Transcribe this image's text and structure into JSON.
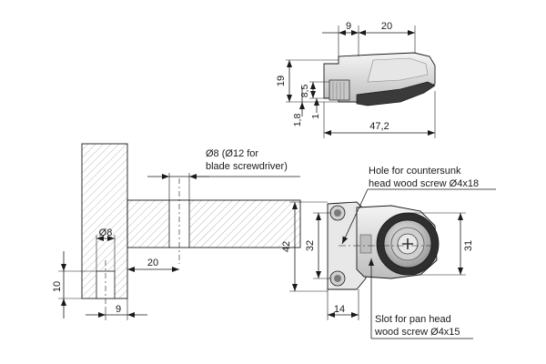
{
  "top_view": {
    "dims": {
      "w9": "9",
      "w20": "20",
      "h19": "19",
      "h8_5": "8,5",
      "h1_8": "1,8",
      "h1": "1",
      "w47_2": "47,2"
    }
  },
  "section_view": {
    "dims": {
      "d8": "Ø8",
      "w20": "20",
      "h10": "10",
      "w9": "9"
    },
    "note_line1": "Ø8 (Ø12 for",
    "note_line2": "blade screwdriver)"
  },
  "plan_view": {
    "dims": {
      "h42": "42",
      "h32": "32",
      "h31": "31",
      "w14": "14"
    },
    "hole_line1": "Hole for countersunk",
    "hole_line2": "head wood screw Ø4x18",
    "slot_line1": "Slot for pan head",
    "slot_line2": "wood screw Ø4x15"
  }
}
